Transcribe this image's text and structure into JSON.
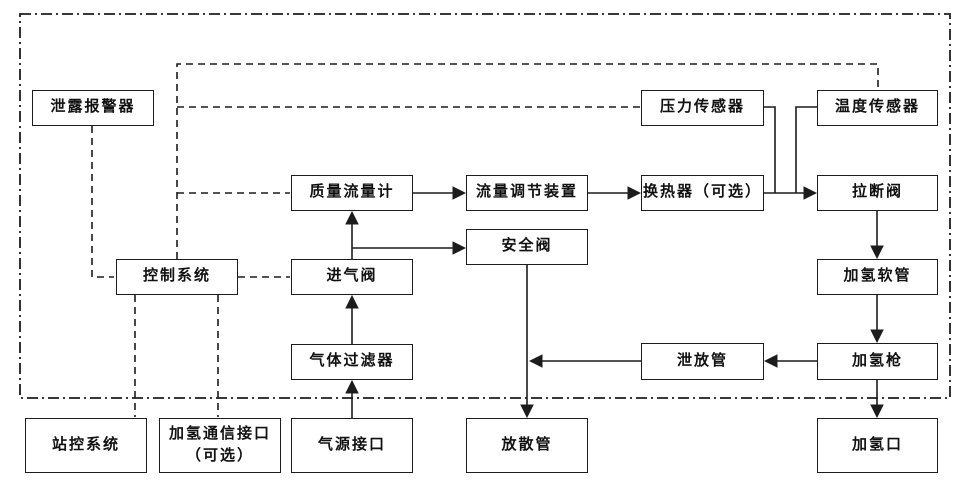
{
  "diagram": {
    "kind": "hydrogen-refueling-system-flow-diagram",
    "colors": {
      "line": "#1c1c1c",
      "background": "#ffffff",
      "node_fill": "#ffffff"
    },
    "nodes": [
      {
        "id": "leak-alarm",
        "label": "泄露报警器"
      },
      {
        "id": "pressure-sensor",
        "label": "压力传感器"
      },
      {
        "id": "temp-sensor",
        "label": "温度传感器"
      },
      {
        "id": "mass-flow-meter",
        "label": "质量流量计"
      },
      {
        "id": "flow-regulator",
        "label": "流量调节装置"
      },
      {
        "id": "heat-exchanger",
        "label": "换热器（可选）"
      },
      {
        "id": "breakaway-valve",
        "label": "拉断阀"
      },
      {
        "id": "control-system",
        "label": "控制系统"
      },
      {
        "id": "inlet-valve",
        "label": "进气阀"
      },
      {
        "id": "safety-valve",
        "label": "安全阀"
      },
      {
        "id": "hydrogen-hose",
        "label": "加氢软管"
      },
      {
        "id": "gas-filter",
        "label": "气体过滤器"
      },
      {
        "id": "vent-pipe",
        "label": "泄放管"
      },
      {
        "id": "hydrogen-nozzle",
        "label": "加氢枪"
      },
      {
        "id": "station-control",
        "label": "站控系统"
      },
      {
        "id": "comm-interface",
        "label": "加氢通信接口\n（可选）"
      },
      {
        "id": "gas-source-port",
        "label": "气源接口"
      },
      {
        "id": "discharge-stack",
        "label": "放散管"
      },
      {
        "id": "hydrogen-port",
        "label": "加氢口"
      }
    ]
  }
}
